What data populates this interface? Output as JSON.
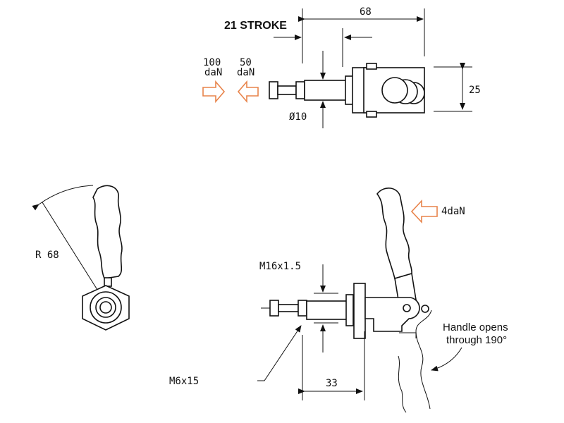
{
  "top_view": {
    "stroke_label": "21 STROKE",
    "length_dim": "68",
    "height_dim": "25",
    "diameter_dim": "Ø10",
    "force_pull": {
      "value": "100",
      "unit": "daN"
    },
    "force_push": {
      "value": "50",
      "unit": "daN"
    }
  },
  "side_view": {
    "radius_dim": "R 68"
  },
  "front_view": {
    "thread_label": "M16x1.5",
    "handle_force": "4daN",
    "screw_label": "M6x15",
    "offset_dim": "33",
    "note_line1": "Handle opens",
    "note_line2": "through 190°"
  },
  "colors": {
    "force_arrow": "#e8834a"
  }
}
